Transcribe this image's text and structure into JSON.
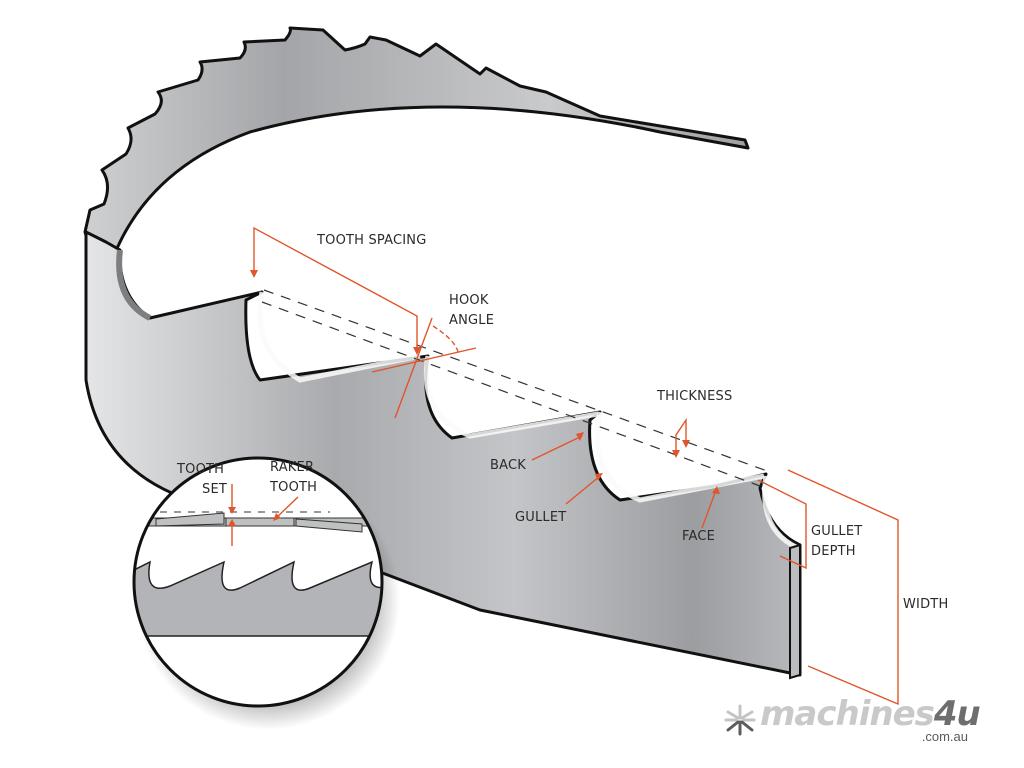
{
  "diagram": {
    "title": "Band saw blade anatomy",
    "colors": {
      "blade_fill_light": "#d9dadc",
      "blade_fill_dark": "#9a9b9e",
      "outline": "#111111",
      "annotation": "#e0552b",
      "text": "#2a2a2a",
      "logo_light": "#c9c9c9",
      "logo_dark": "#6e6e6e"
    },
    "labels": {
      "tooth_spacing": "TOOTH SPACING",
      "hook_angle_1": "HOOK",
      "hook_angle_2": "ANGLE",
      "thickness": "THICKNESS",
      "back": "BACK",
      "gullet": "GULLET",
      "face": "FACE",
      "gullet_depth_1": "GULLET",
      "gullet_depth_2": "DEPTH",
      "width": "WIDTH",
      "tooth_set_1": "TOOTH",
      "tooth_set_2": "SET",
      "raker_tooth_1": "RAKER",
      "raker_tooth_2": "TOOTH"
    },
    "inset": {
      "name": "tooth set detail magnifier"
    }
  },
  "branding": {
    "logo_main": "machines",
    "logo_accent": "4u",
    "logo_domain": ".com.au",
    "logo_icon": "snowflake-star-icon"
  }
}
